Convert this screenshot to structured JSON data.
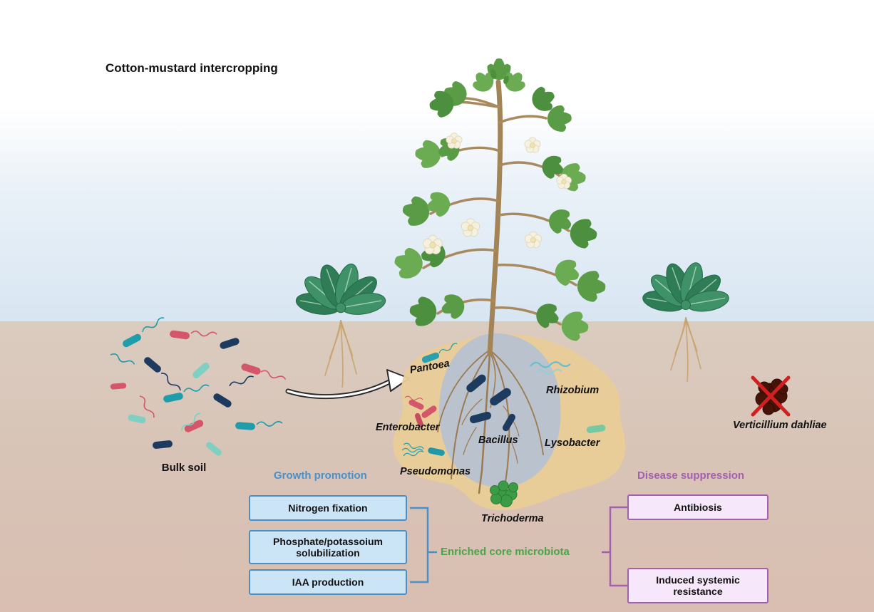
{
  "title": "Cotton-mustard intercropping",
  "soil": {
    "bulk_soil_label": "Bulk soil"
  },
  "pathogen": {
    "label": "Verticillium dahliae"
  },
  "microbiota": {
    "pantoea": "Pantoea",
    "rhizobium": "Rhizobium",
    "enterobacter": "Enterobacter",
    "bacillus": "Bacillus",
    "lysobacter": "Lysobacter",
    "pseudomonas": "Pseudomonas",
    "trichoderma": "Trichoderma",
    "enriched_label": "Enriched core microbiota"
  },
  "growth": {
    "header": "Growth promotion",
    "boxes": [
      {
        "label": "Nitrogen fixation"
      },
      {
        "label": "Phosphate/potassoium solubilization"
      },
      {
        "label": "IAA production"
      }
    ]
  },
  "disease": {
    "header": "Disease suppression",
    "boxes": [
      {
        "label": "Antibiosis"
      },
      {
        "label": "Induced systemic resistance"
      }
    ]
  },
  "colors": {
    "growth_accent": "#4a90c8",
    "growth_fill": "#cbe4f6",
    "disease_accent": "#a35fb0",
    "disease_fill": "#f7e7fa",
    "enriched_green": "#4aa54a",
    "rhizosphere_tan": "#e8cd98",
    "rootzone_gray_blue": "#b5c1d1",
    "pathogen_dark_red": "#471309",
    "cross_red": "#d21f1f"
  }
}
